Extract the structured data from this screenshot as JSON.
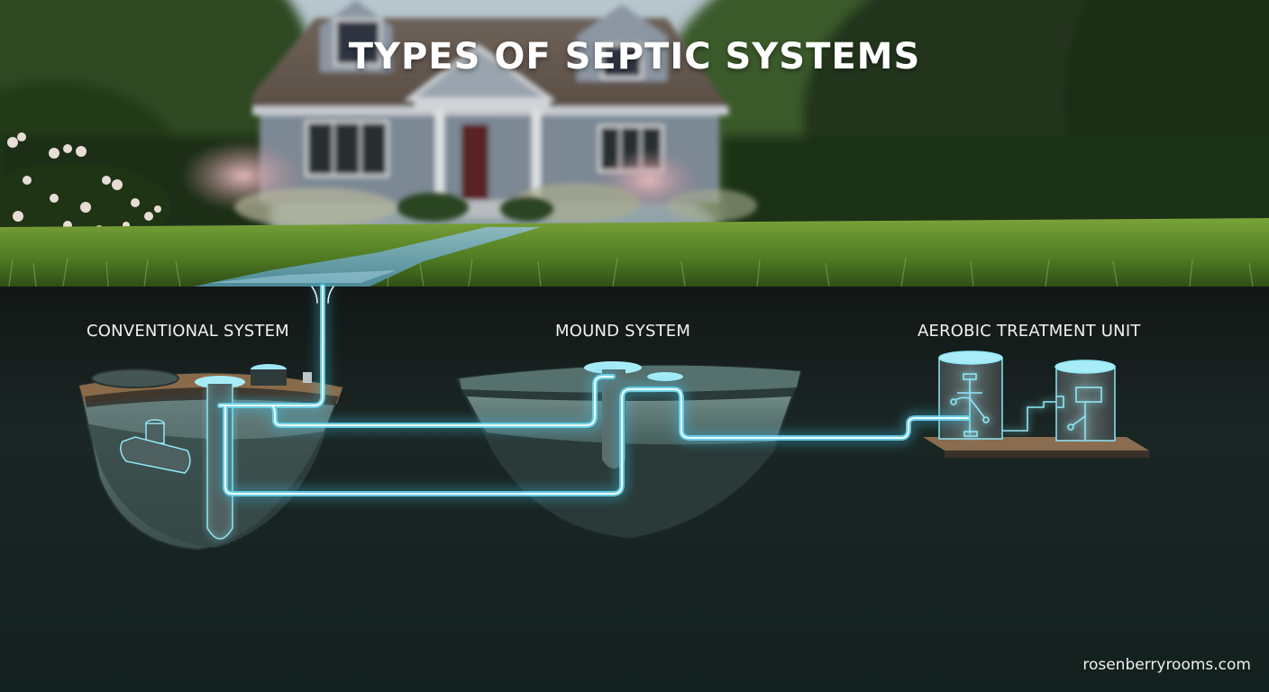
{
  "title": "TYPES OF SEPTIC SYSTEMS",
  "systems": [
    {
      "id": "conventional",
      "label": "CONVENTIONAL SYSTEM"
    },
    {
      "id": "mound",
      "label": "MOUND SYSTEM"
    },
    {
      "id": "aerobic",
      "label": "AEROBIC TREATMENT UNIT"
    }
  ],
  "watermark": "rosenberryrooms.com",
  "icons": {
    "house": "house-icon",
    "conventional_tank": "septic-tank-icon",
    "mound": "mound-icon",
    "aerobic_tanks": "aerobic-tanks-icon",
    "pipe": "glowing-pipe"
  },
  "colors": {
    "pipe_glow": "#7fe6ff",
    "pipe_core": "#e8fbff",
    "soil_top": "#1b2623",
    "soil_bottom": "#14211f",
    "grass": "#5f8f2a",
    "title_text": "#ffffff",
    "label_text": "#f2f2f2"
  }
}
